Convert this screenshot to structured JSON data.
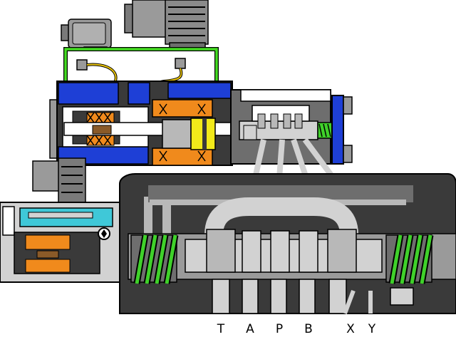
{
  "colors": {
    "background": "#ffffff",
    "body_dark": "#3a3a3a",
    "body_mid": "#6e6e6e",
    "channel_light": "#b8b8b8",
    "channel_lighter": "#d2d2d2",
    "outline": "#000000",
    "coil_blue": "#1e3fd6",
    "coil_orange": "#f08a1c",
    "spring_green": "#3fd12a",
    "armature_yellow": "#f2ea1a",
    "wire_green": "#44dd22",
    "wire_yellow": "#e8c200",
    "pilot_cyan": "#3fc8d8",
    "connector_grey": "#9a9a9a",
    "brown": "#8a5a28"
  },
  "ports": {
    "T": "T",
    "A": "A",
    "P": "P",
    "B": "B",
    "X": "X",
    "Y": "Y"
  },
  "components": [
    "solenoid-coil-icon",
    "main-spool-icon",
    "pilot-spool-icon",
    "return-spring-icon",
    "electrical-connector-icon",
    "pilot-valve-body",
    "main-valve-body"
  ]
}
